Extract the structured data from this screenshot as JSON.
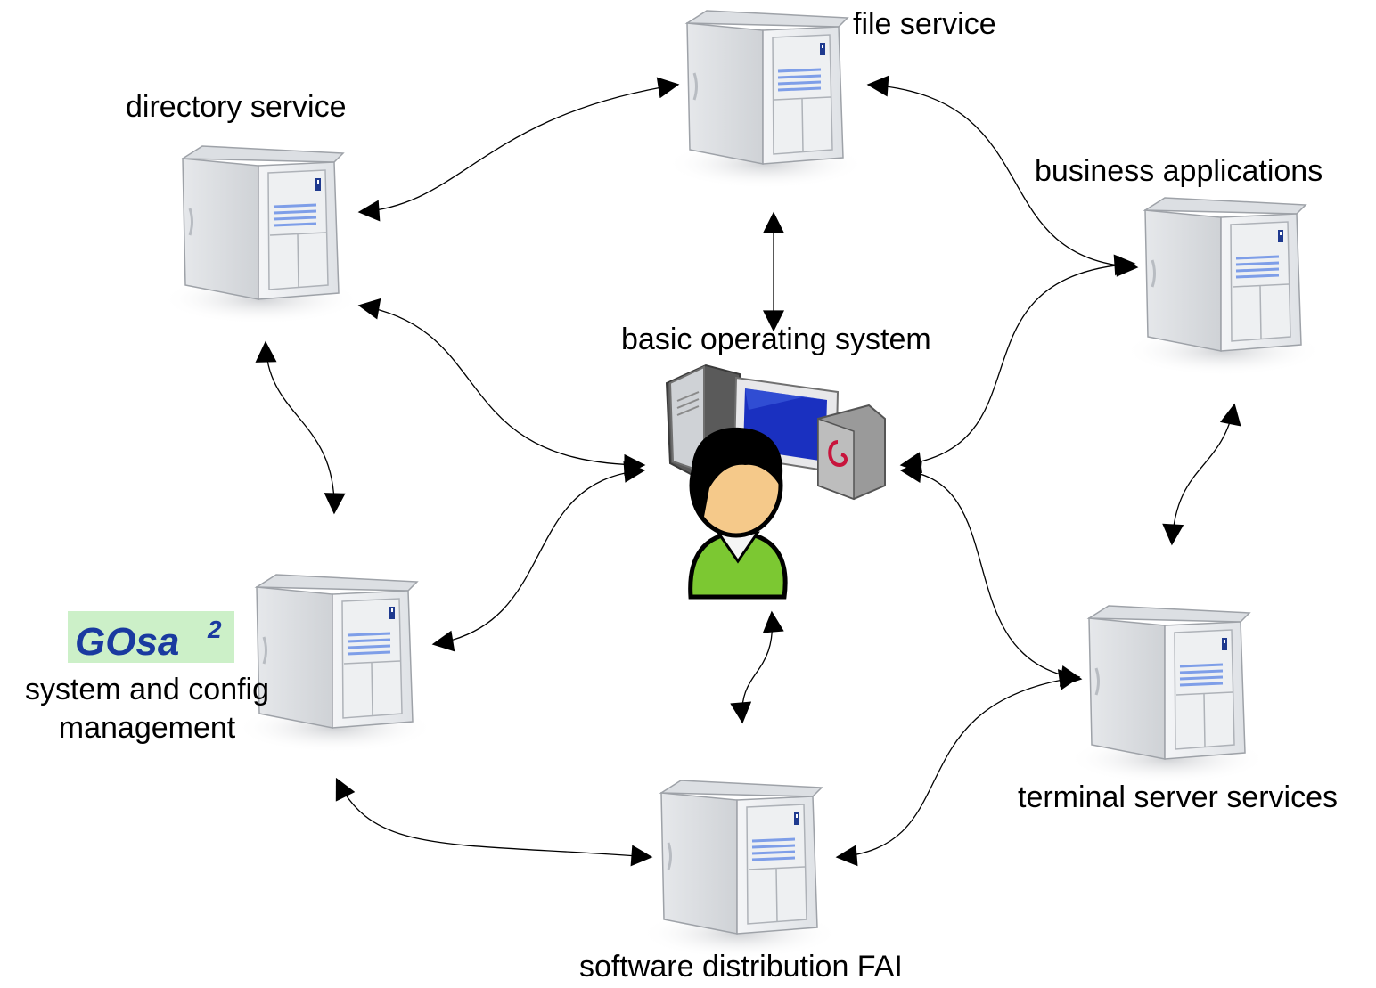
{
  "labels": {
    "file_service": "file service",
    "directory_service": "directory service",
    "business_applications": "business applications",
    "basic_os": "basic operating system",
    "gosa_logo": "GOsa",
    "gosa_superscript": "2",
    "gosa_line1": "system and config",
    "gosa_line2": "management",
    "terminal_server": "terminal server services",
    "software_distribution": "software distribution FAI"
  },
  "colors": {
    "gosa_bg": "#ccf0c8",
    "gosa_text": "#1a3aa0",
    "person_shirt": "#7cc832",
    "person_skin": "#f5c98a",
    "monitor_screen": "#1a30c0",
    "debian_box": "#9a9a9a",
    "debian_swirl": "#c8143c"
  },
  "icons": [
    "server-icon",
    "person-icon",
    "computer-icon",
    "monitor-icon",
    "debian-box-icon",
    "gosa-logo"
  ]
}
